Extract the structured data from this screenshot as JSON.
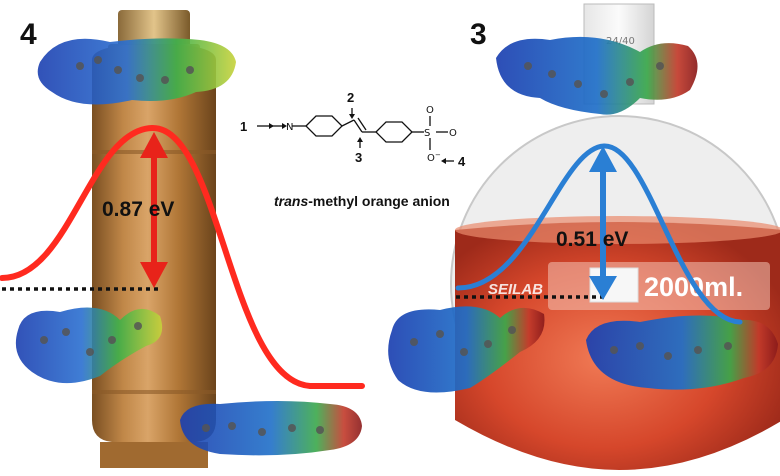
{
  "panels": {
    "left": {
      "number": "4",
      "barrier": "0.87 eV",
      "curve_color": "#ff2a1f",
      "arrow_color": "#e8231a"
    },
    "right": {
      "number": "3",
      "barrier": "0.51 eV",
      "curve_color": "#2a7fd4",
      "arrow_color": "#2a7fd4",
      "flask_label_brand": "SEILAB",
      "flask_label_volume": "2000ml.",
      "joint_mark": "24/40"
    }
  },
  "structure": {
    "caption_italic": "trans",
    "caption_rest": "-methyl orange anion",
    "site_labels": [
      "1",
      "2",
      "3",
      "4"
    ]
  },
  "colors": {
    "cylinder": "#b77b3b",
    "flask_liquid": "#d94a2e",
    "dotted_line": "#111111"
  }
}
